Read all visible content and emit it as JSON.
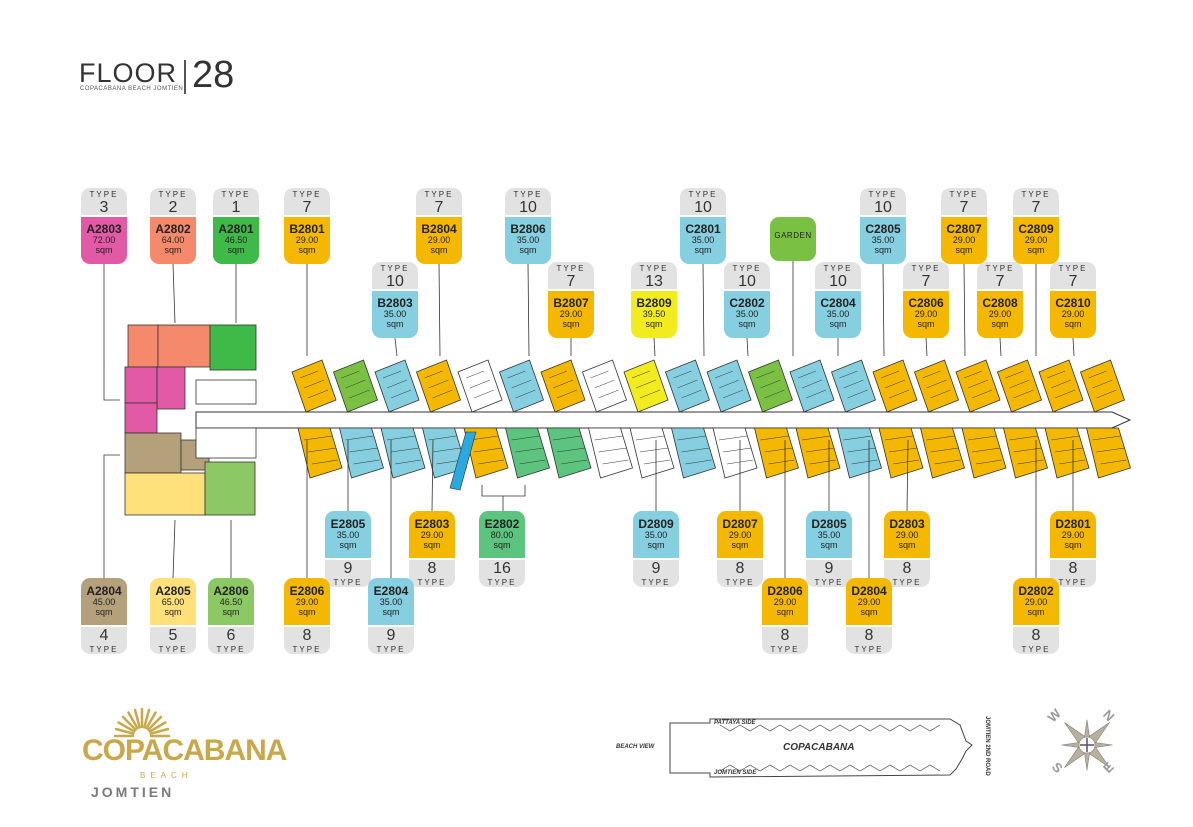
{
  "header": {
    "floor_label": "FLOOR",
    "floor_number": "28",
    "subtitle": "COPACABANA BEACH JOMTIEN"
  },
  "type_word": "TYPE",
  "sqm_word": "sqm",
  "colors": {
    "pink": "#e25aa5",
    "salmon": "#f5896b",
    "green": "#3fba48",
    "yellow": "#f5b800",
    "cyan": "#86cfe0",
    "lemon": "#f2ec1f",
    "tan": "#b5a07c",
    "pale_yellow": "#ffe07a",
    "light_green": "#8cc863",
    "emerald": "#5cc47e",
    "garden": "#7ac143"
  },
  "garden_label": "GARDEN",
  "units_top": [
    {
      "code": "A2803",
      "size": "72.00",
      "type": "3",
      "color": "#e25aa5"
    },
    {
      "code": "A2802",
      "size": "64.00",
      "type": "2",
      "color": "#f5896b"
    },
    {
      "code": "A2801",
      "size": "46.50",
      "type": "1",
      "color": "#3fba48"
    },
    {
      "code": "B2801",
      "size": "29.00",
      "type": "7",
      "color": "#f5b800"
    },
    {
      "code": "B2803",
      "size": "35.00",
      "type": "10",
      "color": "#86cfe0"
    },
    {
      "code": "B2804",
      "size": "29.00",
      "type": "7",
      "color": "#f5b800"
    },
    {
      "code": "B2806",
      "size": "35.00",
      "type": "10",
      "color": "#86cfe0"
    },
    {
      "code": "B2807",
      "size": "29.00",
      "type": "7",
      "color": "#f5b800"
    },
    {
      "code": "B2809",
      "size": "39.50",
      "type": "13",
      "color": "#f2ec1f"
    },
    {
      "code": "C2801",
      "size": "35.00",
      "type": "10",
      "color": "#86cfe0"
    },
    {
      "code": "C2802",
      "size": "35.00",
      "type": "10",
      "color": "#86cfe0"
    },
    {
      "code": "C2804",
      "size": "35.00",
      "type": "10",
      "color": "#86cfe0"
    },
    {
      "code": "C2805",
      "size": "35.00",
      "type": "10",
      "color": "#86cfe0"
    },
    {
      "code": "C2806",
      "size": "29.00",
      "type": "7",
      "color": "#f5b800"
    },
    {
      "code": "C2807",
      "size": "29.00",
      "type": "7",
      "color": "#f5b800"
    },
    {
      "code": "C2808",
      "size": "29.00",
      "type": "7",
      "color": "#f5b800"
    },
    {
      "code": "C2809",
      "size": "29.00",
      "type": "7",
      "color": "#f5b800"
    },
    {
      "code": "C2810",
      "size": "29.00",
      "type": "7",
      "color": "#f5b800"
    }
  ],
  "units_bottom": [
    {
      "code": "E2805",
      "size": "35.00",
      "type": "9",
      "color": "#86cfe0"
    },
    {
      "code": "E2803",
      "size": "29.00",
      "type": "8",
      "color": "#f5b800"
    },
    {
      "code": "E2802",
      "size": "80.00",
      "type": "16",
      "color": "#5cc47e"
    },
    {
      "code": "D2809",
      "size": "35.00",
      "type": "9",
      "color": "#86cfe0"
    },
    {
      "code": "D2807",
      "size": "29.00",
      "type": "8",
      "color": "#f5b800"
    },
    {
      "code": "D2805",
      "size": "35.00",
      "type": "9",
      "color": "#86cfe0"
    },
    {
      "code": "D2803",
      "size": "29.00",
      "type": "8",
      "color": "#f5b800"
    },
    {
      "code": "D2801",
      "size": "29.00",
      "type": "8",
      "color": "#f5b800"
    },
    {
      "code": "A2804",
      "size": "45.00",
      "type": "4",
      "color": "#b5a07c"
    },
    {
      "code": "A2805",
      "size": "65.00",
      "type": "5",
      "color": "#ffe07a"
    },
    {
      "code": "A2806",
      "size": "46.50",
      "type": "6",
      "color": "#8cc863"
    },
    {
      "code": "E2806",
      "size": "29.00",
      "type": "8",
      "color": "#f5b800"
    },
    {
      "code": "E2804",
      "size": "35.00",
      "type": "9",
      "color": "#86cfe0"
    },
    {
      "code": "D2806",
      "size": "29.00",
      "type": "8",
      "color": "#f5b800"
    },
    {
      "code": "D2804",
      "size": "29.00",
      "type": "8",
      "color": "#f5b800"
    },
    {
      "code": "D2802",
      "size": "29.00",
      "type": "8",
      "color": "#f5b800"
    }
  ],
  "logo": {
    "name": "COPACABANA",
    "beach": "BEACH",
    "location": "JOMTIEN"
  },
  "key_plan": {
    "title": "COPACABANA",
    "pattaya_side": "PATTAYA SIDE",
    "jomtien_side": "JOMTIEN SIDE",
    "beach_view": "BEACH VIEW",
    "road": "JOMTIEN 2ND ROAD"
  },
  "compass": {
    "n": "N",
    "s": "S",
    "e": "E",
    "w": "W"
  }
}
